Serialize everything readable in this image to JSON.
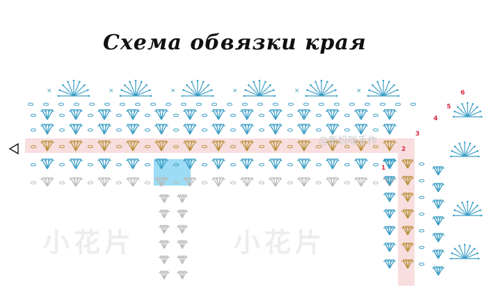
{
  "title": "Схема обвязки края",
  "watermarks": {
    "left": "小花片",
    "center": "小花片",
    "credit": "@新妈咪手作"
  },
  "row_numbers": [
    "1",
    "2",
    "3",
    "4",
    "5",
    "6"
  ],
  "colors": {
    "stitch_blue": "#3a9dc4",
    "stitch_gold": "#b8903a",
    "stitch_grey": "#b9b9b9",
    "band_pink": "#f8dede",
    "highlight_blue": "#7cd0f0",
    "row_number_red": "#d7263d"
  },
  "icons": {
    "start_marker": "triangle-arrow-icon"
  }
}
